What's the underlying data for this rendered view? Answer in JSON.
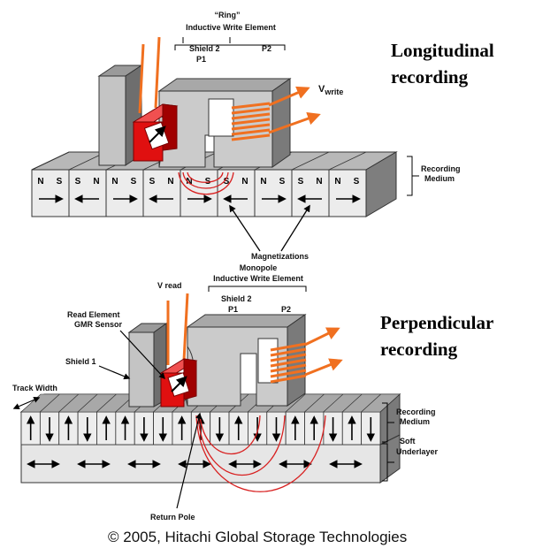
{
  "top": {
    "title_line1": "Longitudinal",
    "title_line2": "recording",
    "ring_quote": "“Ring”",
    "ring_element": "Inductive Write Element",
    "shield2": "Shield 2",
    "p1": "P1",
    "p2": "P2",
    "v_write_v": "V",
    "v_write_sub": "write",
    "recording_medium_1": "Recording",
    "recording_medium_2": "Medium",
    "cells": [
      "N S",
      "S N",
      "N S",
      "S N",
      "N S",
      "S N",
      "N S",
      "S N",
      "N S"
    ],
    "magnetizations": "Magnetizations"
  },
  "bottom": {
    "title_line1": "Perpendicular",
    "title_line2": "recording",
    "v_read": "V read",
    "monopole_1": "Monopole",
    "monopole_2": "Inductive Write Element",
    "shield2": "Shield 2",
    "p1": "P1",
    "p2": "P2",
    "read_element_1": "Read Element",
    "read_element_2": "GMR Sensor",
    "shield1": "Shield 1",
    "track_width": "Track Width",
    "recording_medium_1": "Recording",
    "recording_medium_2": "Medium",
    "soft_1": "Soft",
    "soft_2": "Underlayer",
    "return_pole": "Return Pole",
    "perp_dirs": [
      "up",
      "down",
      "up",
      "down",
      "up",
      "up",
      "down",
      "down",
      "up",
      "up",
      "down",
      "up",
      "down",
      "down",
      "up",
      "up",
      "down",
      "up",
      "down"
    ]
  },
  "copyright": "© 2005, Hitachi Global Storage Technologies",
  "colors": {
    "head_gray": "#c8c8c8",
    "dark_gray": "#8c8c8c",
    "sensor_red": "#e01010",
    "coil_orange": "#f07020",
    "field_red": "#d82020"
  }
}
